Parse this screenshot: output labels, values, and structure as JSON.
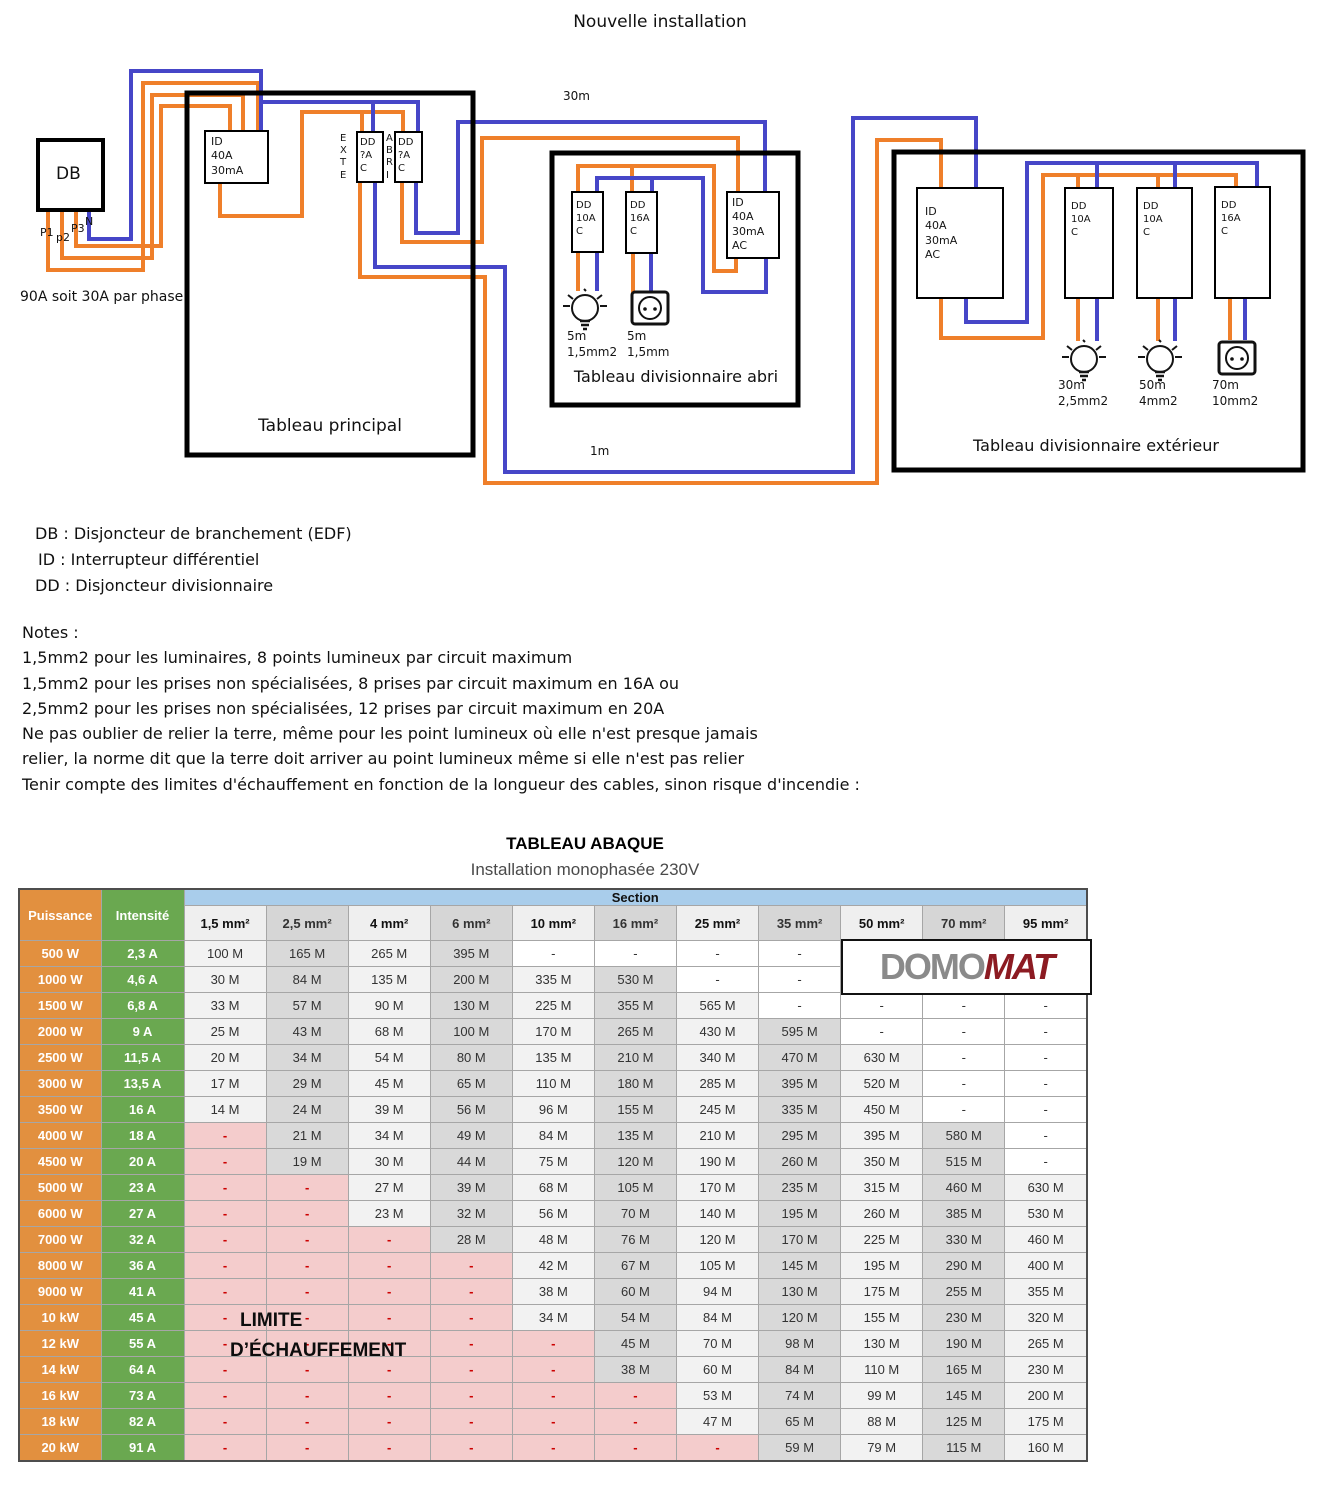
{
  "title": "Nouvelle installation",
  "diagram": {
    "db": {
      "label": "DB",
      "terminals": [
        "P1",
        "p2",
        "P3",
        "N"
      ],
      "feed_note": "90A soit 30A par phase"
    },
    "principal": {
      "name": "Tableau principal",
      "id_box": "ID\n40A\n30mA",
      "exte_tag": "E\nX\nT\nE",
      "abri_tag": "A\nB\nR\nI",
      "dd_exte": "DD\n?A\nC",
      "dd_abri": "DD\n?A\nC"
    },
    "run_abri_length": "30m",
    "run_ext_length": "1m",
    "abri": {
      "name": "Tableau divisionnaire abri",
      "id_box": "ID\n40A\n30mA\nAC",
      "dd1": "DD\n10A\nC",
      "dd2": "DD\n16A\nC",
      "circuit1": "5m\n1,5mm2",
      "circuit2": "5m\n1,5mm"
    },
    "ext": {
      "name": "Tableau divisionnaire extérieur",
      "id_box": "ID\n40A\n30mA\nAC",
      "dd1": "DD\n10A\nC",
      "dd2": "DD\n10A\nC",
      "dd3": "DD\n16A\nC",
      "circuit1": "30m\n2,5mm2",
      "circuit2": "50m\n4mm2",
      "circuit3": "70m\n10mm2"
    }
  },
  "legend": [
    "DB : Disjoncteur de branchement (EDF)",
    "ID : Interrupteur différentiel",
    "DD : Disjoncteur divisionnaire"
  ],
  "notes_title": "Notes :",
  "notes": [
    "1,5mm2 pour les luminaires, 8 points lumineux par circuit maximum",
    "1,5mm2 pour les prises non spécialisées, 8 prises par circuit maximum en 16A ou",
    "2,5mm2 pour les prises non spécialisées, 12 prises par circuit maximum en 20A",
    "Ne pas oublier de relier la terre, même pour les point lumineux où elle n'est presque jamais",
    "relier, la norme dit que la terre doit arriver au point lumineux même si elle n'est pas relier",
    "Tenir compte des limites d'échauffement en fonction de la longueur des cables, sinon risque d'incendie :"
  ],
  "table": {
    "title": "TABLEAU ABAQUE",
    "subtitle": "Installation monophasée 230V",
    "col_power": "Puissance",
    "col_intensity": "Intensité",
    "section_header": "Section",
    "sections": [
      "1,5 mm²",
      "2,5 mm²",
      "4 mm²",
      "6 mm²",
      "10 mm²",
      "16 mm²",
      "25 mm²",
      "35 mm²",
      "50 mm²",
      "70 mm²",
      "95 mm²"
    ],
    "rows": [
      {
        "power": "500 W",
        "intensity": "2,3 A",
        "cells": [
          "100 M",
          "165 M",
          "265 M",
          "395 M",
          "-",
          "-",
          "-",
          "-",
          "",
          "",
          ""
        ]
      },
      {
        "power": "1000 W",
        "intensity": "4,6 A",
        "cells": [
          "30 M",
          "84 M",
          "135 M",
          "200 M",
          "335 M",
          "530 M",
          "-",
          "-",
          "",
          "",
          ""
        ]
      },
      {
        "power": "1500 W",
        "intensity": "6,8 A",
        "cells": [
          "33 M",
          "57 M",
          "90 M",
          "130 M",
          "225 M",
          "355 M",
          "565 M",
          "-",
          "-",
          "-",
          "-"
        ]
      },
      {
        "power": "2000 W",
        "intensity": "9 A",
        "cells": [
          "25 M",
          "43 M",
          "68 M",
          "100 M",
          "170 M",
          "265 M",
          "430 M",
          "595 M",
          "-",
          "-",
          "-"
        ]
      },
      {
        "power": "2500 W",
        "intensity": "11,5 A",
        "cells": [
          "20 M",
          "34 M",
          "54 M",
          "80 M",
          "135 M",
          "210 M",
          "340 M",
          "470 M",
          "630 M",
          "-",
          "-"
        ]
      },
      {
        "power": "3000 W",
        "intensity": "13,5 A",
        "cells": [
          "17 M",
          "29 M",
          "45 M",
          "65 M",
          "110 M",
          "180 M",
          "285 M",
          "395 M",
          "520 M",
          "-",
          "-"
        ]
      },
      {
        "power": "3500 W",
        "intensity": "16 A",
        "cells": [
          "14 M",
          "24 M",
          "39 M",
          "56 M",
          "96 M",
          "155 M",
          "245 M",
          "335 M",
          "450 M",
          "-",
          "-"
        ]
      },
      {
        "power": "4000 W",
        "intensity": "18 A",
        "cells": [
          "-",
          "21 M",
          "34 M",
          "49 M",
          "84 M",
          "135 M",
          "210 M",
          "295 M",
          "395 M",
          "580 M",
          "-"
        ]
      },
      {
        "power": "4500 W",
        "intensity": "20 A",
        "cells": [
          "-",
          "19 M",
          "30 M",
          "44 M",
          "75 M",
          "120 M",
          "190 M",
          "260 M",
          "350 M",
          "515 M",
          "-"
        ]
      },
      {
        "power": "5000 W",
        "intensity": "23 A",
        "cells": [
          "-",
          "-",
          "27 M",
          "39 M",
          "68 M",
          "105 M",
          "170 M",
          "235 M",
          "315 M",
          "460 M",
          "630 M"
        ]
      },
      {
        "power": "6000 W",
        "intensity": "27 A",
        "cells": [
          "-",
          "-",
          "23 M",
          "32 M",
          "56 M",
          "70 M",
          "140 M",
          "195 M",
          "260 M",
          "385 M",
          "530 M"
        ]
      },
      {
        "power": "7000 W",
        "intensity": "32 A",
        "cells": [
          "-",
          "-",
          "-",
          "28 M",
          "48 M",
          "76 M",
          "120 M",
          "170 M",
          "225 M",
          "330 M",
          "460 M"
        ]
      },
      {
        "power": "8000 W",
        "intensity": "36 A",
        "cells": [
          "-",
          "-",
          "-",
          "-",
          "42 M",
          "67 M",
          "105 M",
          "145 M",
          "195 M",
          "290 M",
          "400 M"
        ]
      },
      {
        "power": "9000 W",
        "intensity": "41 A",
        "cells": [
          "-",
          "-",
          "-",
          "-",
          "38 M",
          "60 M",
          "94 M",
          "130 M",
          "175 M",
          "255 M",
          "355 M"
        ]
      },
      {
        "power": "10 kW",
        "intensity": "45 A",
        "cells": [
          "-",
          "-",
          "-",
          "-",
          "34 M",
          "54 M",
          "84 M",
          "120 M",
          "155 M",
          "230 M",
          "320 M"
        ]
      },
      {
        "power": "12 kW",
        "intensity": "55 A",
        "cells": [
          "-",
          "-",
          "-",
          "-",
          "-",
          "45 M",
          "70 M",
          "98 M",
          "130 M",
          "190 M",
          "265 M"
        ]
      },
      {
        "power": "14 kW",
        "intensity": "64 A",
        "cells": [
          "-",
          "-",
          "-",
          "-",
          "-",
          "38 M",
          "60 M",
          "84 M",
          "110 M",
          "165 M",
          "230 M"
        ]
      },
      {
        "power": "16 kW",
        "intensity": "73 A",
        "cells": [
          "-",
          "-",
          "-",
          "-",
          "-",
          "-",
          "53 M",
          "74 M",
          "99 M",
          "145 M",
          "200 M"
        ]
      },
      {
        "power": "18 kW",
        "intensity": "82 A",
        "cells": [
          "-",
          "-",
          "-",
          "-",
          "-",
          "-",
          "47 M",
          "65 M",
          "88 M",
          "125 M",
          "175 M"
        ]
      },
      {
        "power": "20 kW",
        "intensity": "91 A",
        "cells": [
          "-",
          "-",
          "-",
          "-",
          "-",
          "-",
          "-",
          "59 M",
          "79 M",
          "115 M",
          "160 M"
        ]
      }
    ],
    "overlay": {
      "line1": "LIMITE",
      "line2": "D’ÉCHAUFFEMENT"
    },
    "logo": {
      "part1": "DOMO",
      "part2": "MAT"
    }
  },
  "colors": {
    "wire_phase_orange": "#EF7F2A",
    "wire_neutral_blue": "#4646C8",
    "header_power_orange": "#E2903F",
    "header_intensity_green": "#6AA850",
    "header_section_blue": "#A9CDEB",
    "cell_light": "#F2F2F2",
    "cell_dark": "#D9D9D9",
    "overheat_pink": "#F4CCCC",
    "overheat_dash_red": "#CC0000",
    "logo_gray": "#8A8A8A",
    "logo_red": "#8C1B22"
  }
}
